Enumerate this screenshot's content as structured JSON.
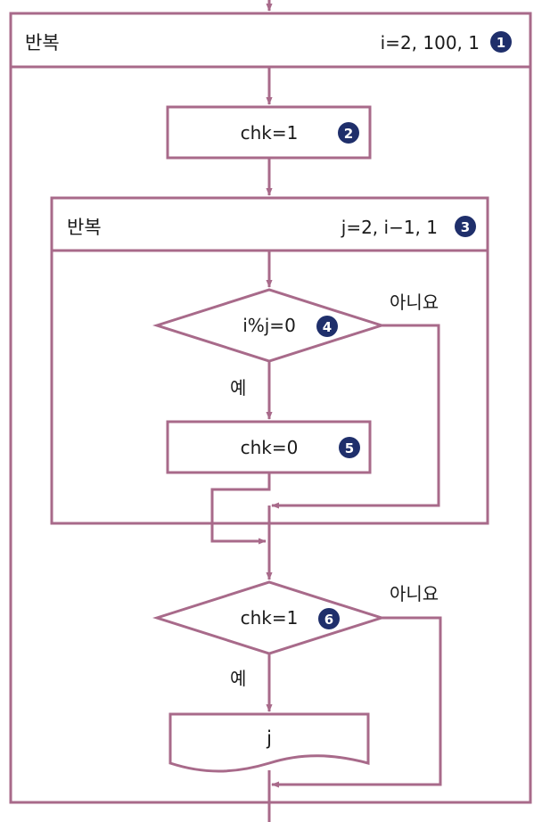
{
  "colors": {
    "line": "#a86a8a",
    "badge": "#1f2f6b",
    "text": "#1a1a1a"
  },
  "outer_loop": {
    "label": "반복",
    "params": "i=2, 100, 1",
    "badge": "1"
  },
  "init_chk": {
    "label": "chk=1",
    "badge": "2"
  },
  "inner_loop": {
    "label": "반복",
    "params": "j=2, i−1, 1",
    "badge": "3"
  },
  "cond_mod": {
    "label": "i%j=0",
    "badge": "4",
    "yes": "예",
    "no": "아니요"
  },
  "set_chk": {
    "label": "chk=0",
    "badge": "5"
  },
  "cond_chk": {
    "label": "chk=1",
    "badge": "6",
    "yes": "예",
    "no": "아니요"
  },
  "output": {
    "label": "j"
  }
}
